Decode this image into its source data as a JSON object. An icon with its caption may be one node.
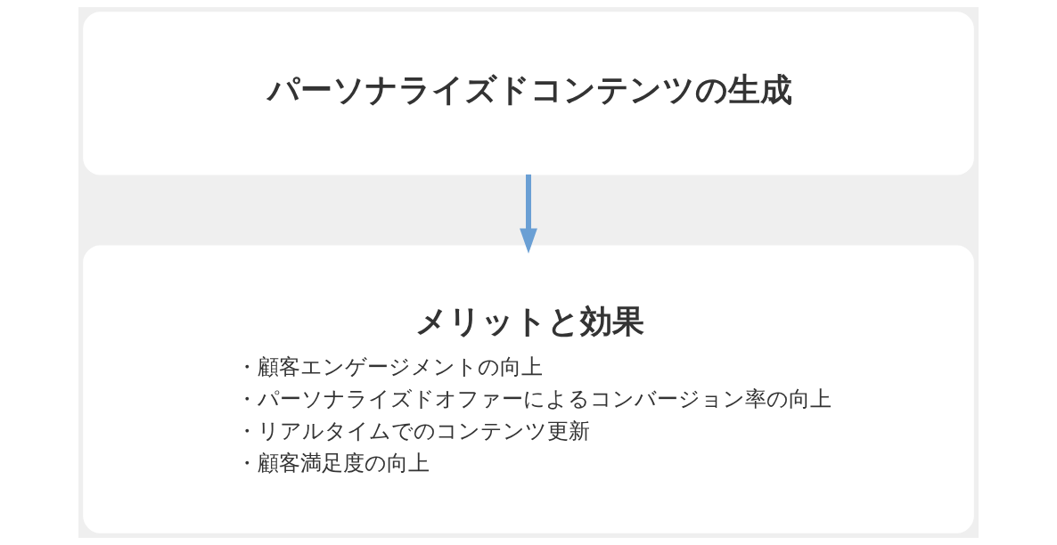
{
  "diagram": {
    "nodes": [
      {
        "text": [
          "パーソナライズドコンテンツの生成"
        ]
      },
      {
        "text": [
          "メリットと効果",
          "・顧客エンゲージメントの向上",
          "・パーソナライズドオファーによるコンバージョン率の向上",
          "・リアルタイムでのコンテンツ更新",
          "・顧客満足度の向上"
        ]
      }
    ],
    "edges": [
      {
        "from": 0,
        "to": 1,
        "arrow": "to"
      }
    ]
  }
}
